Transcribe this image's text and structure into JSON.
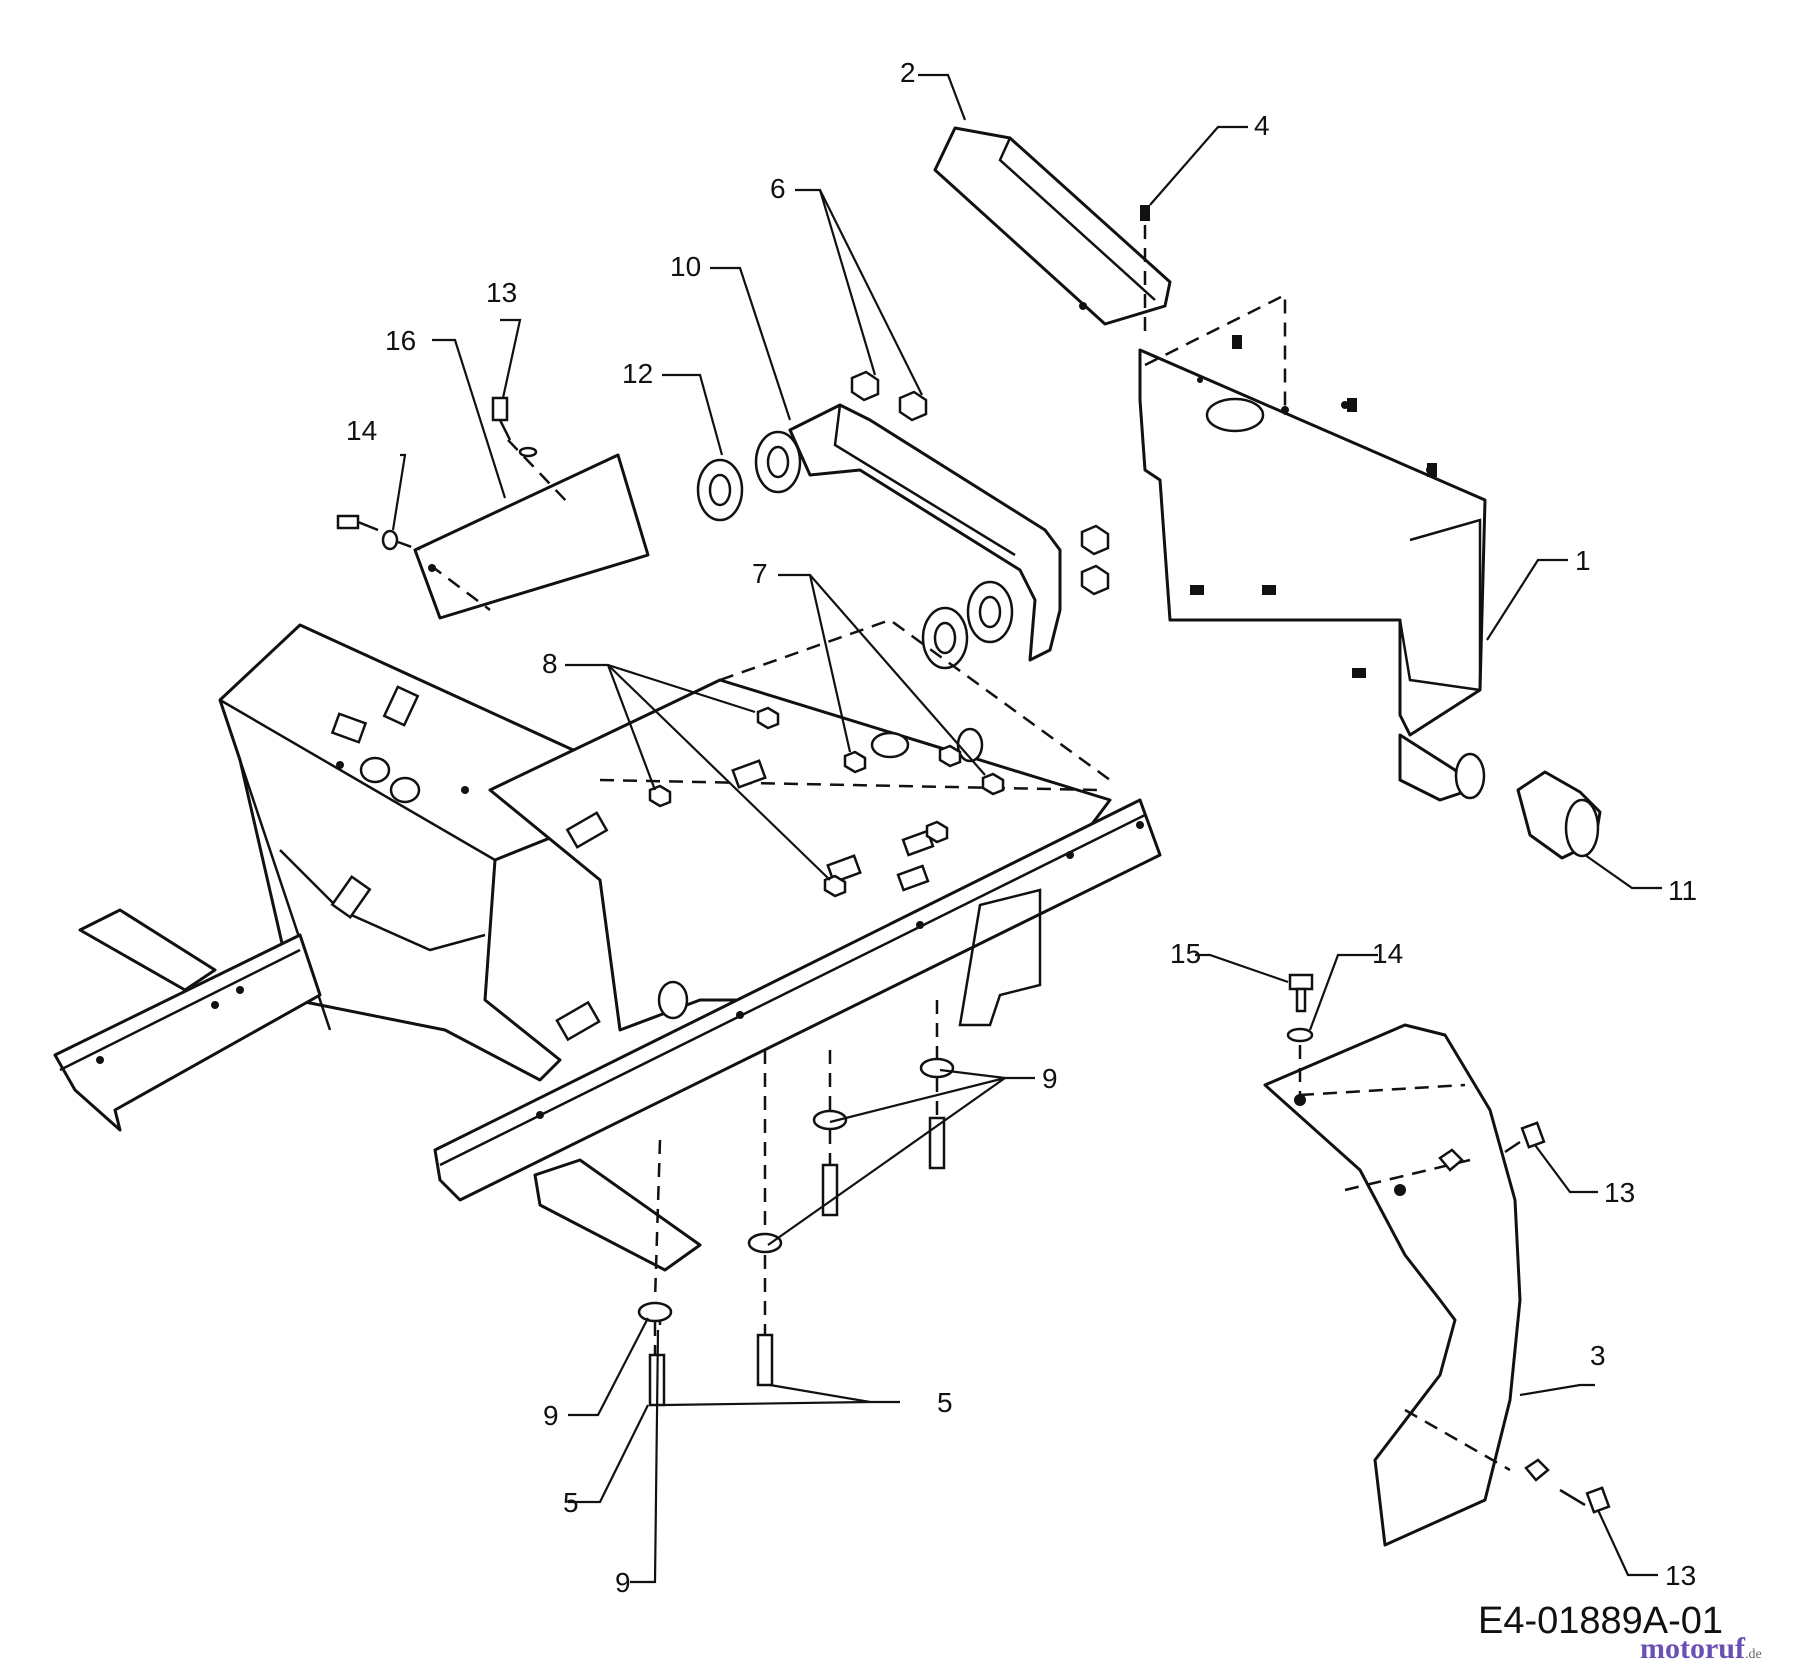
{
  "diagram": {
    "callouts": [
      {
        "id": "c2",
        "label": "2"
      },
      {
        "id": "c4",
        "label": "4"
      },
      {
        "id": "c6",
        "label": "6"
      },
      {
        "id": "c10",
        "label": "10"
      },
      {
        "id": "c12",
        "label": "12"
      },
      {
        "id": "c13a",
        "label": "13"
      },
      {
        "id": "c16",
        "label": "16"
      },
      {
        "id": "c14a",
        "label": "14"
      },
      {
        "id": "c1",
        "label": "1"
      },
      {
        "id": "c7",
        "label": "7"
      },
      {
        "id": "c8",
        "label": "8"
      },
      {
        "id": "c11",
        "label": "11"
      },
      {
        "id": "c15",
        "label": "15"
      },
      {
        "id": "c14b",
        "label": "14"
      },
      {
        "id": "c9a",
        "label": "9"
      },
      {
        "id": "c13b",
        "label": "13"
      },
      {
        "id": "c3",
        "label": "3"
      },
      {
        "id": "c9b",
        "label": "9"
      },
      {
        "id": "c5a",
        "label": "5"
      },
      {
        "id": "c5b",
        "label": "5"
      },
      {
        "id": "c9c",
        "label": "9"
      },
      {
        "id": "c13c",
        "label": "13"
      }
    ],
    "drawing_code": "E4-01889A-01",
    "watermark": {
      "main": "motoruf",
      "suffix": ".de"
    }
  }
}
